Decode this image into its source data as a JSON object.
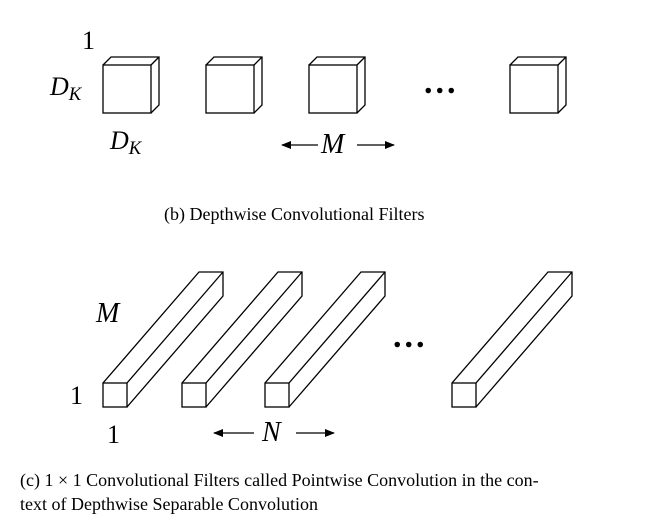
{
  "depthwise": {
    "top_label": "1",
    "side_label_main": "D",
    "side_label_sub": "K",
    "bottom_label_main": "D",
    "bottom_label_sub": "K",
    "arrow_label": "M",
    "ellipsis": "...",
    "caption": "(b) Depthwise Convolutional Filters"
  },
  "pointwise": {
    "depth_label": "M",
    "side_label": "1",
    "bottom_label": "1",
    "arrow_label": "N",
    "ellipsis": "...",
    "caption_line1": "(c) 1 × 1 Convolutional Filters called Pointwise Convolution in the con-",
    "caption_line2": "text of Depthwise Separable Convolution"
  }
}
